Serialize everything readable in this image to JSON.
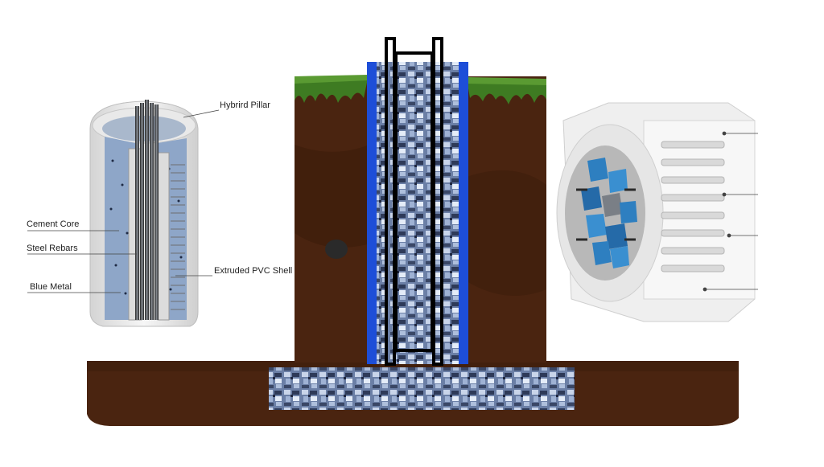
{
  "labels": {
    "hybrid_pillar": "Hybrird Pillar",
    "cement_core": "Cement Core",
    "steel_rebars": "Steel Rebars",
    "blue_metal": "Blue Metal",
    "extruded_pvc_shell": "Extruded PVC Shell"
  },
  "colors": {
    "soil": "#4a2410",
    "soil_dark": "#351708",
    "grass": "#3e7b22",
    "pvc_blue": "#1d4ed8",
    "aggregate": "#7e93b8",
    "aggregate_light": "#d6e0f0",
    "aggregate_dark": "#2a3550",
    "cement": "#ededed",
    "stone_blue": "#2e7fc0"
  },
  "icons": {
    "left_figure": "pillar-cutaway-icon",
    "center_figure": "pillar-in-ground-icon",
    "right_figure": "pillar-section-block-icon"
  }
}
